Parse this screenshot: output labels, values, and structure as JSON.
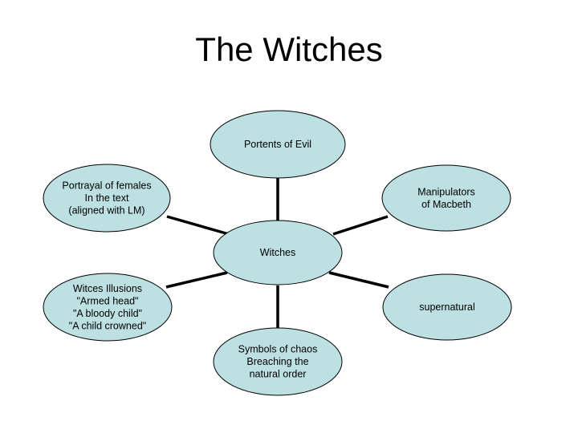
{
  "title": "The Witches",
  "colors": {
    "node_fill": "#bde0e3",
    "node_stroke": "#000000",
    "connector": "#000000"
  },
  "nodes": {
    "center": {
      "lines": [
        "Witches"
      ]
    },
    "top": {
      "lines": [
        "Portents of Evil"
      ]
    },
    "top_left": {
      "lines": [
        "Portrayal of females",
        "In the text",
        "(aligned with LM)"
      ]
    },
    "top_right": {
      "lines": [
        "Manipulators",
        "of Macbeth"
      ]
    },
    "bottom_left": {
      "lines": [
        "Witces Illusions",
        "\"Armed head\"",
        "\"A bloody child\"",
        "\"A child crowned\""
      ]
    },
    "bottom_right": {
      "lines": [
        "supernatural"
      ]
    },
    "bottom": {
      "lines": [
        "Symbols of chaos",
        "Breaching the",
        "natural order"
      ]
    }
  }
}
